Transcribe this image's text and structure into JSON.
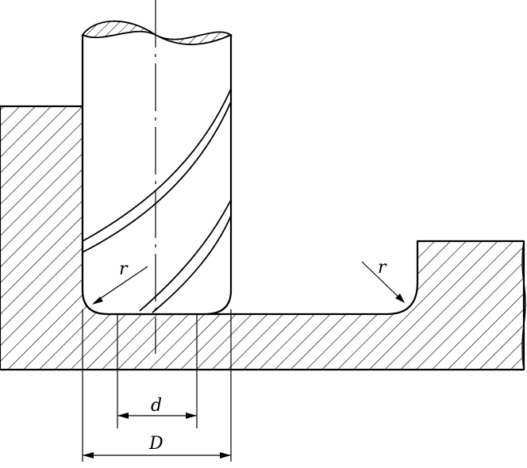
{
  "diagram": {
    "labels": {
      "corner_radius_left": "r",
      "corner_radius_right": "r",
      "small_diameter": "d",
      "large_diameter": "D"
    },
    "colors": {
      "line": "#000000",
      "background": "#ffffff"
    }
  }
}
